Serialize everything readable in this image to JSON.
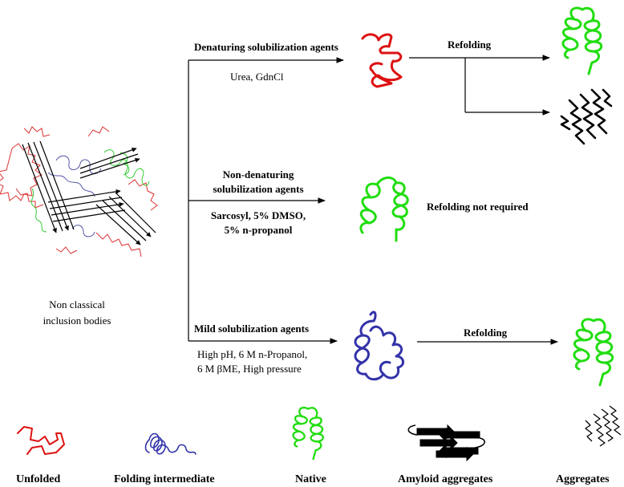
{
  "colors": {
    "unfolded": "#dd1111",
    "intermediate": "#3333aa",
    "native": "#22dd11",
    "black": "#000000"
  },
  "source": {
    "label_line1": "Non classical",
    "label_line2": "inclusion bodies"
  },
  "branches": {
    "denaturing": {
      "title": "Denaturing solubilization agents",
      "agents": "Urea, GdnCl",
      "refold_label": "Refolding"
    },
    "non_denaturing": {
      "title_line1": "Non-denaturing",
      "title_line2": "solubilization agents",
      "agents_line1": "Sarcosyl, 5% DMSO,",
      "agents_line2": "5% n-propanol",
      "result": "Refolding not required"
    },
    "mild": {
      "title": "Mild solubilization agents",
      "agents_line1": "High pH, 6 M n-Propanol,",
      "agents_line2": "6 M βME, High pressure",
      "refold_label": "Refolding"
    }
  },
  "legend": {
    "unfolded": "Unfolded",
    "intermediate": "Folding intermediate",
    "native": "Native",
    "amyloid": "Amyloid aggregates",
    "aggregates": "Aggregates"
  }
}
